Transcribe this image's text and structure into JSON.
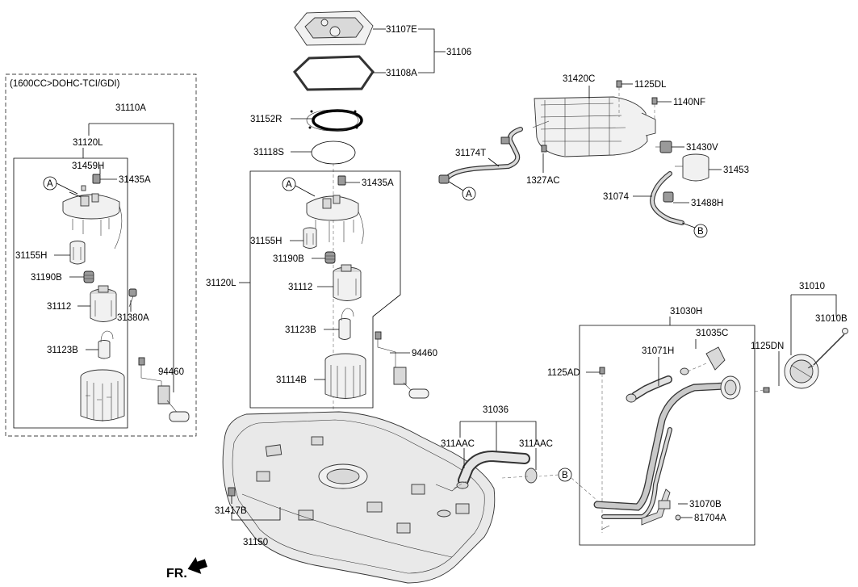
{
  "variant_label": "(1600CC>DOHC-TCI/GDI)",
  "front_indicator": "FR.",
  "reference_markers": [
    "A",
    "B"
  ],
  "labels": {
    "p31107E": "31107E",
    "p31108A": "31108A",
    "p31106": "31106",
    "p31152R": "31152R",
    "p31118S": "31118S",
    "p31110A": "31110A",
    "p31120L_left": "31120L",
    "p31120L_center": "31120L",
    "p31459H": "31459H",
    "p31435A_left": "31435A",
    "p31435A_center": "31435A",
    "p31155H_left": "31155H",
    "p31155H_center": "31155H",
    "p31190B_left": "31190B",
    "p31190B_center": "31190B",
    "p31112_left": "31112",
    "p31112_center": "31112",
    "p31380A": "31380A",
    "p31123B_left": "31123B",
    "p31123B_center": "31123B",
    "p94460_left": "94460",
    "p94460_center": "94460",
    "p31114B": "31114B",
    "p31420C": "31420C",
    "p1125DL": "1125DL",
    "p1140NF": "1140NF",
    "p31174T": "31174T",
    "p1327AC": "1327AC",
    "p31430V": "31430V",
    "p31453": "31453",
    "p31074": "31074",
    "p31488H": "31488H",
    "p31010": "31010",
    "p31010B": "31010B",
    "p31030H": "31030H",
    "p31035C": "31035C",
    "p1125AD": "1125AD",
    "p31071H": "31071H",
    "p1125DN": "1125DN",
    "p31036": "31036",
    "p311AAC_left": "311AAC",
    "p311AAC_right": "311AAC",
    "p31070B": "31070B",
    "p81704A": "81704A",
    "p31417B": "31417B",
    "p31150": "31150"
  }
}
